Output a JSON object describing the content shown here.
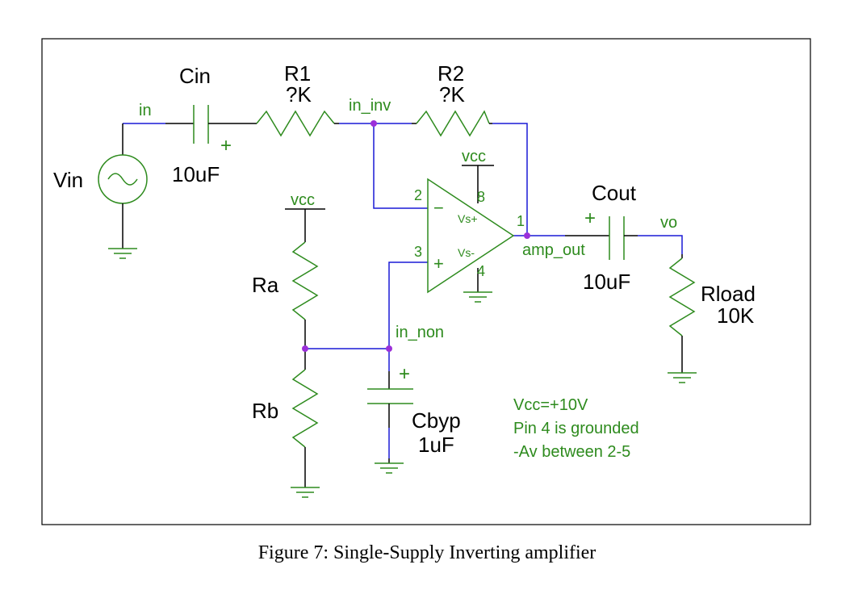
{
  "components": {
    "cin": {
      "name": "Cin",
      "value": "10uF"
    },
    "r1": {
      "name": "R1",
      "value": "?K"
    },
    "r2": {
      "name": "R2",
      "value": "?K"
    },
    "vin": {
      "name": "Vin"
    },
    "ra": {
      "name": "Ra"
    },
    "rb": {
      "name": "Rb"
    },
    "cbyp": {
      "name": "Cbyp",
      "value": "1uF"
    },
    "cout": {
      "name": "Cout",
      "value": "10uF"
    },
    "rload": {
      "name": "Rload",
      "value": "10K"
    }
  },
  "nets": {
    "in": "in",
    "in_inv": "in_inv",
    "in_non": "in_non",
    "amp_out": "amp_out",
    "vo": "vo",
    "vcc_top": "vcc",
    "vcc_ra": "vcc"
  },
  "opamp": {
    "pin2": "2",
    "pin3": "3",
    "pin8": "8",
    "pin4": "4",
    "pin1": "1",
    "vs_plus": "Vs+",
    "vs_minus": "Vs-",
    "minus_sign": "−",
    "plus_sign": "+"
  },
  "polarity": {
    "cin_plus": "+",
    "cout_plus": "+",
    "cbyp_plus": "+"
  },
  "notes": [
    "Vcc=+10V",
    "Pin 4 is grounded",
    "-Av between 2-5"
  ],
  "caption": "Figure 7: Single-Supply Inverting amplifier",
  "colors": {
    "component": "#2e8b1e",
    "wire": "#1a1ad6",
    "lead": "#000000",
    "junction": "#9b30d9"
  }
}
